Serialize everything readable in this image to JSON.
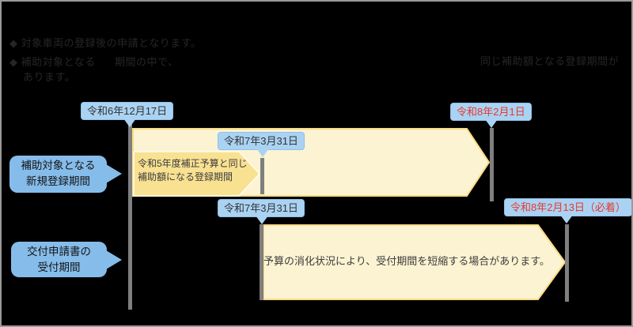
{
  "notes": {
    "line1": "◆ 対象車両の登録後の申請となります。",
    "line2_part1": "◆ 補助対象となる",
    "line2_part2": "期間の中で、",
    "line2_right": "同じ補助額となる登録期間が",
    "line3": "あります。"
  },
  "categories": [
    {
      "line1": "補助対象となる",
      "line2": "新規登録期間"
    },
    {
      "line1": "交付申請書の",
      "line2": "受付期間"
    }
  ],
  "date_labels": {
    "reg_start": "令和6年12月17日",
    "reg_mid": "令和7年3月31日",
    "reg_end": "令和8年2月1日",
    "app_start": "令和7年3月31日",
    "app_end": "令和8年2月13日（必着）"
  },
  "arrows": {
    "inner_line1": "令和5年度補正予算と同じ",
    "inner_line2": "補助額になる登録期間",
    "bottom_text": "予算の消化状況により、受付期間を短縮する場合があります。"
  },
  "colors": {
    "background": "#000000",
    "note_text": "#262626",
    "marker_line": "#7f7f7f",
    "label_bg": "#aad3f3",
    "label_border": "#8fbfe8",
    "date_text": "#333333",
    "date_text_red": "#e8382d",
    "category_box_bg": "#85bcea",
    "arrow_fill": "#fcf3d2",
    "arrow_border": "#f8dc84",
    "inner_arrow_fill": "#f9e192",
    "inner_arrow_border": "#fffdf2"
  }
}
